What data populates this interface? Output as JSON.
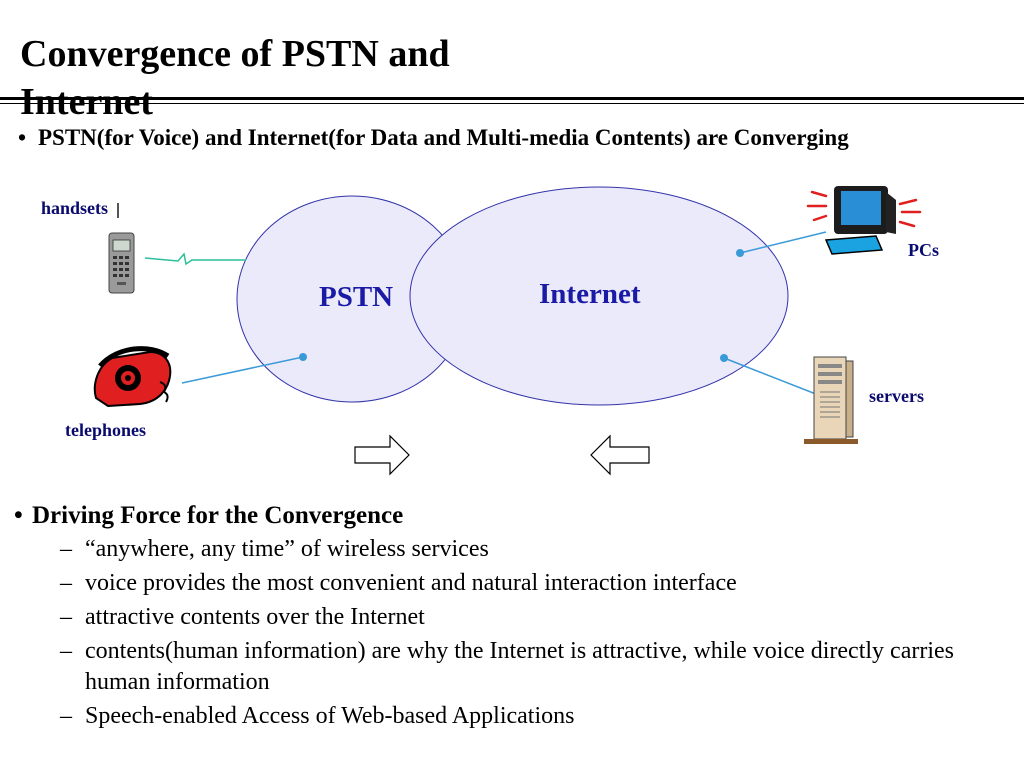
{
  "slide": {
    "title": "Convergence of PSTN and Internet",
    "intro_bullet": "•",
    "intro": "PSTN(for Voice) and Internet(for Data and Multi-media Contents) are Converging"
  },
  "diagram": {
    "pstn_label": "PSTN",
    "internet_label": "Internet",
    "handsets_label": "handsets",
    "telephones_label": "telephones",
    "pcs_label": "PCs",
    "servers_label": "servers",
    "colors": {
      "ellipse_fill": "#eaeafa",
      "ellipse_stroke": "#3333aa",
      "link_blue": "#3a9ad8",
      "link_green": "#2bbf9a",
      "label_navy": "#0a0a6e"
    },
    "icons": [
      "mobile-handset-icon",
      "telephone-icon",
      "pc-icon",
      "server-icon",
      "arrow-right-icon",
      "arrow-left-icon"
    ]
  },
  "driving": {
    "bullet": "•",
    "title": "Driving Force for the Convergence",
    "dash": "–",
    "items": [
      "“anywhere, any time” of wireless services",
      "voice provides the most convenient and natural interaction interface",
      "attractive contents over the Internet",
      "contents(human information) are why the Internet is attractive, while voice directly carries human information",
      "Speech-enabled Access of Web-based Applications"
    ]
  }
}
